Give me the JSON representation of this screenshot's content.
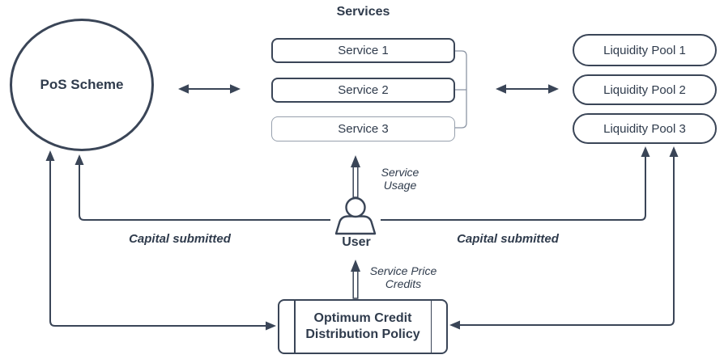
{
  "diagram": {
    "pos_scheme": {
      "label": "PoS Scheme"
    },
    "services": {
      "title": "Services",
      "items": [
        {
          "label": "Service 1"
        },
        {
          "label": "Service 2"
        },
        {
          "label": "Service 3"
        }
      ]
    },
    "liquidity_pools": {
      "items": [
        {
          "label": "Liquidity Pool 1"
        },
        {
          "label": "Liquidity Pool 2"
        },
        {
          "label": "Liquidity Pool 3"
        }
      ]
    },
    "user": {
      "label": "User"
    },
    "policy_box": {
      "label_line1": "Optimum Credit",
      "label_line2": "Distribution Policy"
    },
    "annotations": {
      "service_usage_line1": "Service",
      "service_usage_line2": "Usage",
      "capital_submitted_left": "Capital submitted",
      "capital_submitted_right": "Capital submitted",
      "service_price_line1": "Service Price",
      "service_price_line2": "Credits"
    },
    "colors": {
      "stroke": "#3a4557",
      "light_stroke": "#8b94a3",
      "text": "#2f3b4c",
      "background": "#ffffff"
    }
  }
}
